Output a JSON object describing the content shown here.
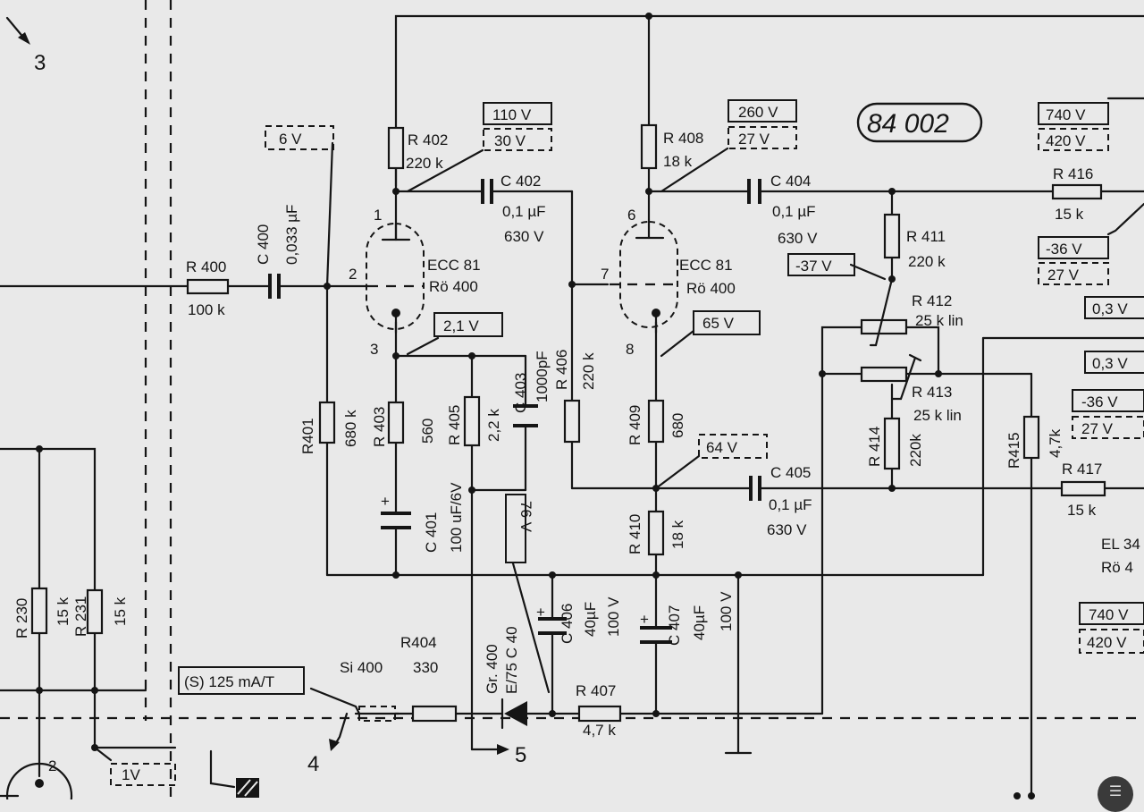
{
  "badge": "84 002",
  "pointers": {
    "p3": "3",
    "p4": "4",
    "p5": "5"
  },
  "voltages": {
    "v_anode1": "110 V",
    "v_anode1_alt": "30 V",
    "v_anode2": "260 V",
    "v_anode2_alt": "27 V",
    "v_grid1": "6 V",
    "v_cathode1": "2,1 V",
    "v_cathode2": "65 V",
    "v_cathode2_alt": "64 V",
    "v_supply": "76 V",
    "v_r411": "-37 V",
    "v_740a": "740 V",
    "v_420a": "420 V",
    "v_m36a": "-36 V",
    "v_27a": "27 V",
    "v_03a": "0,3 V",
    "v_03b": "0,3 V",
    "v_m36b": "-36 V",
    "v_27b": "27 V",
    "v_740b": "740 V",
    "v_420b": "420 V",
    "v_1v": "1V"
  },
  "components": {
    "r400": {
      "name": "R 400",
      "value": "100 k"
    },
    "c400": {
      "name": "C 400",
      "value": "0,033 µF"
    },
    "r401": {
      "name": "R401",
      "value": "680 k"
    },
    "r402": {
      "name": "R 402",
      "value": "220 k"
    },
    "r403": {
      "name": "R 403",
      "value": "560"
    },
    "r404": {
      "name": "R404",
      "value": "330"
    },
    "r405": {
      "name": "R 405",
      "value": "2,2 k"
    },
    "r406": {
      "name": "R 406",
      "value": "220 k"
    },
    "r407": {
      "name": "R 407",
      "value": "4,7 k"
    },
    "r408": {
      "name": "R 408",
      "value": "18 k"
    },
    "r409": {
      "name": "R 409",
      "value": "680"
    },
    "r410": {
      "name": "R 410",
      "value": "18 k"
    },
    "r411": {
      "name": "R 411",
      "value": "220 k"
    },
    "r412": {
      "name": "R 412",
      "value": "25 k lin"
    },
    "r413": {
      "name": "R 413",
      "value": "25 k lin"
    },
    "r414": {
      "name": "R 414",
      "value": "220k"
    },
    "r415": {
      "name": "R415",
      "value": "4,7k"
    },
    "r416": {
      "name": "R 416",
      "value": "15 k"
    },
    "r417": {
      "name": "R 417",
      "value": "15 k"
    },
    "r230": {
      "name": "R 230",
      "value": "15 k"
    },
    "r231": {
      "name": "R 231",
      "value": "15 k"
    },
    "c401": {
      "name": "C 401",
      "value": "100 uF/6V"
    },
    "c402": {
      "name": "C 402",
      "value": "0,1 µF",
      "voltage": "630 V"
    },
    "c403": {
      "name": "C 403",
      "value": "1000pF"
    },
    "c404": {
      "name": "C 404",
      "value": "0,1 µF",
      "voltage": "630 V"
    },
    "c405": {
      "name": "C 405",
      "value": "0,1 µF",
      "voltage": "630 V"
    },
    "c406": {
      "name": "C 406",
      "value": "40µF",
      "voltage": "100 V"
    },
    "c407": {
      "name": "C 407",
      "value": "40µF",
      "voltage": "100 V"
    },
    "si400": {
      "name": "Si 400",
      "rating": "(S) 125 mA/T"
    },
    "gr400": {
      "name": "Gr. 400",
      "type": "E/75 C 40"
    },
    "tube1": {
      "type": "ECC 81",
      "ref": "Rö 400",
      "pin_anode": "1",
      "pin_grid": "2",
      "pin_cathode": "3"
    },
    "tube2": {
      "type": "ECC 81",
      "ref": "Rö 400",
      "pin_anode": "6",
      "pin_grid": "7",
      "pin_cathode": "8"
    },
    "el34": {
      "type": "EL 34",
      "ref": "Rö 4"
    },
    "j2": {
      "pin": "2"
    }
  }
}
